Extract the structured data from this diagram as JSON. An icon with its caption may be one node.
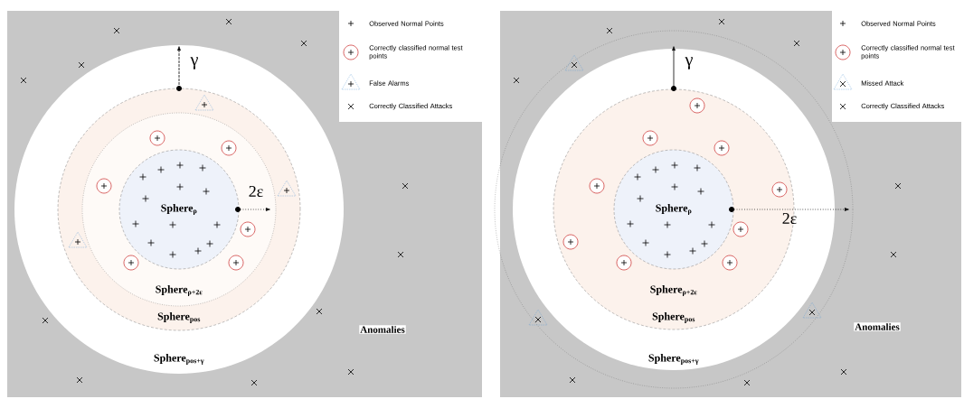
{
  "diagram": {
    "nodes": [
      {
        "text": [
          "Anomalies"
        ]
      },
      {
        "text": [
          "Sphere$_{pos+γ}$"
        ],
        "in": 0
      },
      {
        "text": [
          "Sphere$_{pos}$"
        ],
        "in": 1
      },
      {
        "text": [
          "Sphere$_{ρ+2ε}$"
        ],
        "in": 2
      },
      {
        "text": [
          "Sphere$_{ρ}$"
        ],
        "in": 3
      },
      {
        "text": [
          "Anomalies"
        ]
      },
      {
        "text": [
          "Sphere$_{pos+γ}$"
        ],
        "in": 5
      },
      {
        "text": [
          "Sphere$_{pos}$"
        ],
        "in": 6
      },
      {
        "text": [
          "Sphere$_{ρ+2ε}$"
        ],
        "in": 7
      },
      {
        "text": [
          "Sphere$_{ρ}$"
        ],
        "in": 7
      }
    ],
    "edges": [],
    "labels": [
      "γ",
      "2ε",
      "γ",
      "2ε"
    ],
    "legend": [
      {
        "text": "Observed Normal Points"
      },
      {
        "text": "Correctly classified normal test points"
      },
      {
        "text": "False Alarms"
      },
      {
        "text": "Correctly Classified Attacks"
      },
      {
        "text": "Observed Normal Points"
      },
      {
        "text": "Correctly classified normal test points"
      },
      {
        "text": "Missed Attack"
      },
      {
        "text": "Correctly Classified Attacks"
      }
    ]
  }
}
